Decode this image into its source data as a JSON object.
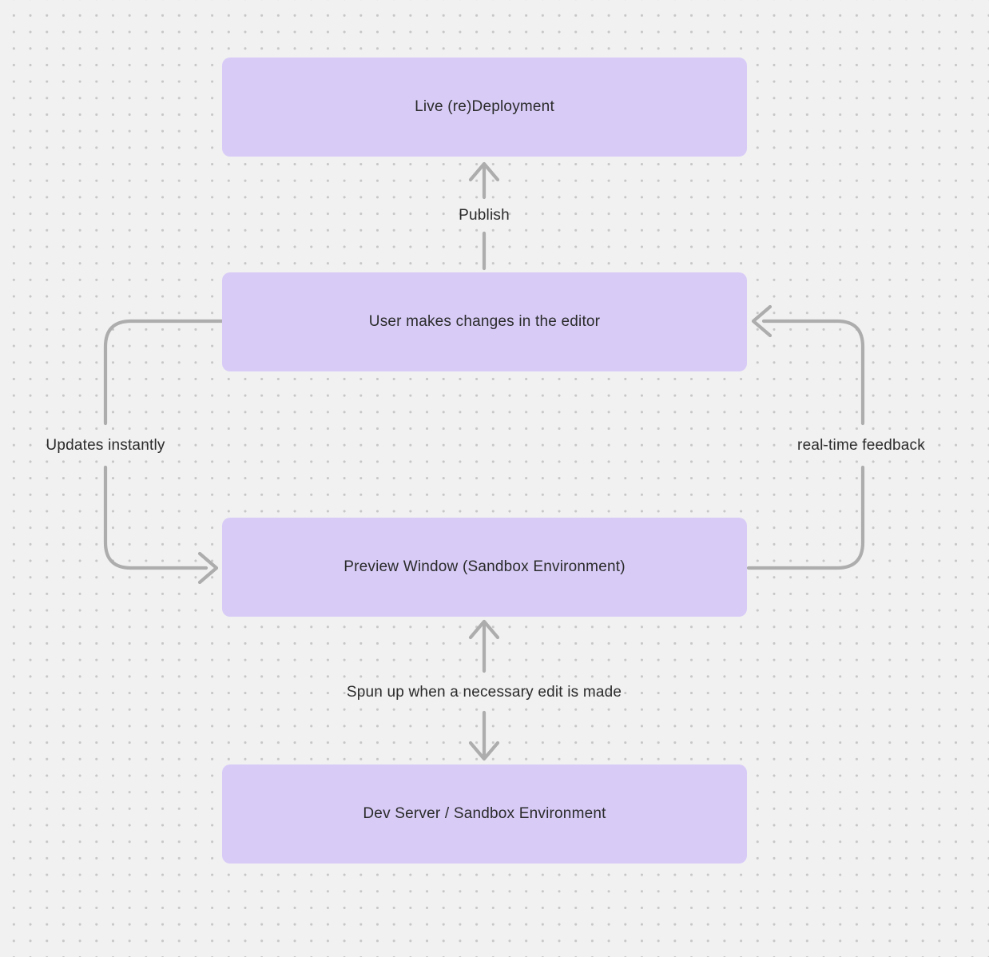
{
  "theme": {
    "bg": "#f2f1f1",
    "dot": "#c7c7c7",
    "node_fill": "#d8ccf7",
    "arrow": "#adadad",
    "text": "#2b2b2b"
  },
  "diagram": {
    "nodes": [
      {
        "id": "live-redeployment",
        "label": "Live (re)Deployment"
      },
      {
        "id": "user-editor",
        "label": "User makes changes in the editor"
      },
      {
        "id": "preview-window",
        "label": "Preview Window (Sandbox Environment)"
      },
      {
        "id": "dev-server",
        "label": "Dev Server / Sandbox Environment"
      }
    ],
    "edges": [
      {
        "from": "user-editor",
        "to": "live-redeployment",
        "label": "Publish",
        "direction": "up"
      },
      {
        "from": "user-editor",
        "to": "preview-window",
        "label": "Updates instantly",
        "direction": "left-around"
      },
      {
        "from": "preview-window",
        "to": "user-editor",
        "label": "real-time feedback",
        "direction": "right-around"
      },
      {
        "from": "preview-window",
        "to": "dev-server",
        "label": "Spun up when a necessary edit is made",
        "direction": "bidirectional"
      }
    ]
  }
}
